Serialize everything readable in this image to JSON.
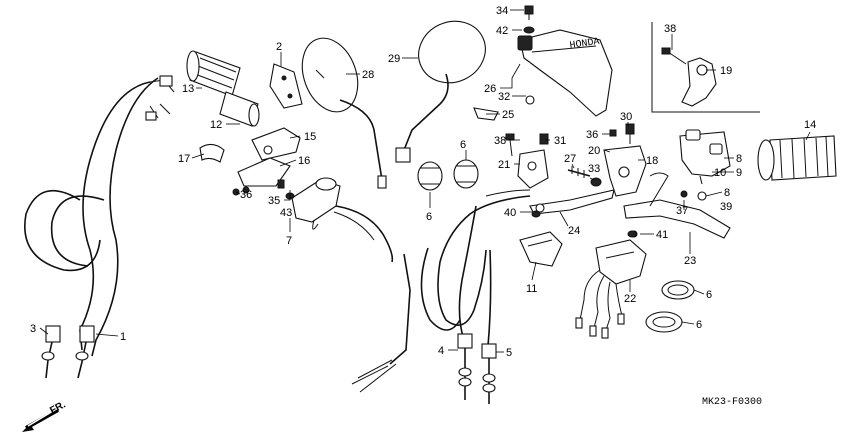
{
  "callouts": [
    {
      "id": "c34",
      "text": "34"
    },
    {
      "id": "c42",
      "text": "42"
    },
    {
      "id": "c38a",
      "text": "38"
    },
    {
      "id": "c19",
      "text": "19"
    },
    {
      "id": "c2",
      "text": "2"
    },
    {
      "id": "c28",
      "text": "28"
    },
    {
      "id": "c29",
      "text": "29"
    },
    {
      "id": "c26",
      "text": "26"
    },
    {
      "id": "c32",
      "text": "32"
    },
    {
      "id": "c25",
      "text": "25"
    },
    {
      "id": "c13",
      "text": "13"
    },
    {
      "id": "c12",
      "text": "12"
    },
    {
      "id": "c15",
      "text": "15"
    },
    {
      "id": "c17",
      "text": "17"
    },
    {
      "id": "c16",
      "text": "16"
    },
    {
      "id": "c36a",
      "text": "36"
    },
    {
      "id": "c35",
      "text": "35"
    },
    {
      "id": "c43",
      "text": "43"
    },
    {
      "id": "c7",
      "text": "7"
    },
    {
      "id": "c6a",
      "text": "6"
    },
    {
      "id": "c6b",
      "text": "6"
    },
    {
      "id": "c38b",
      "text": "38"
    },
    {
      "id": "c31",
      "text": "31"
    },
    {
      "id": "c21",
      "text": "21"
    },
    {
      "id": "c30",
      "text": "30"
    },
    {
      "id": "c36b",
      "text": "36"
    },
    {
      "id": "c20",
      "text": "20"
    },
    {
      "id": "c27",
      "text": "27"
    },
    {
      "id": "c33",
      "text": "33"
    },
    {
      "id": "c18",
      "text": "18"
    },
    {
      "id": "c14",
      "text": "14"
    },
    {
      "id": "c8a",
      "text": "8"
    },
    {
      "id": "c9",
      "text": "9"
    },
    {
      "id": "c10",
      "text": "10"
    },
    {
      "id": "c8b",
      "text": "8"
    },
    {
      "id": "c39",
      "text": "39"
    },
    {
      "id": "c37",
      "text": "37"
    },
    {
      "id": "c40",
      "text": "40"
    },
    {
      "id": "c24",
      "text": "24"
    },
    {
      "id": "c41",
      "text": "41"
    },
    {
      "id": "c23",
      "text": "23"
    },
    {
      "id": "c11",
      "text": "11"
    },
    {
      "id": "c22",
      "text": "22"
    },
    {
      "id": "c6c",
      "text": "6"
    },
    {
      "id": "c6d",
      "text": "6"
    },
    {
      "id": "c3",
      "text": "3"
    },
    {
      "id": "c1",
      "text": "1"
    },
    {
      "id": "c4",
      "text": "4"
    },
    {
      "id": "c5",
      "text": "5"
    }
  ],
  "diagram_code": "MK23-F0300",
  "direction_label": "FR.",
  "brand_text": "HONDA"
}
